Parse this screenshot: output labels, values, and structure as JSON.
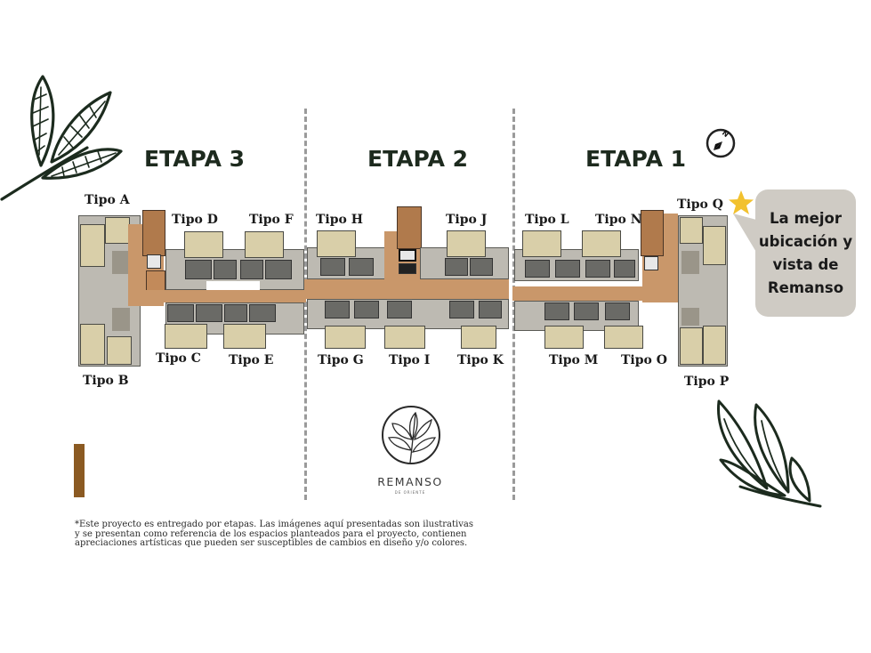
{
  "stages": [
    {
      "label": "ETAPA 3"
    },
    {
      "label": "ETAPA 2"
    },
    {
      "label": "ETAPA 1"
    }
  ],
  "units": {
    "a": "Tipo A",
    "b": "Tipo B",
    "c": "Tipo C",
    "d": "Tipo D",
    "e": "Tipo E",
    "f": "Tipo F",
    "g": "Tipo G",
    "h": "Tipo H",
    "i": "Tipo I",
    "j": "Tipo J",
    "k": "Tipo K",
    "l": "Tipo L",
    "m": "Tipo M",
    "n": "Tipo N",
    "o": "Tipo O",
    "p": "Tipo P",
    "q": "Tipo Q"
  },
  "callout": {
    "lines": [
      "La mejor",
      "ubicación y",
      "vista de",
      "Remanso"
    ],
    "icon": "star-icon"
  },
  "compass": {
    "label": "N",
    "icon": "north-arrow-icon"
  },
  "brand": {
    "name": "REMANSO",
    "subtitle": "DE ORIENTE",
    "icon": "leaf-circle-logo"
  },
  "disclaimer": "*Este proyecto  es entregado por etapas. Las imágenes aquí presentadas son ilustrativas y se presentan como referencia de los espacios planteados para el proyecto, contienen apreciaciones artísticas que pueden ser susceptibles de cambios en diseño y/o colores.",
  "colors": {
    "heading": "#1d2a1e",
    "corridor": "#c9976a",
    "core": "#b07a4c",
    "callout_bg": "#cfcbc4",
    "star": "#f2c12e",
    "accent_bar": "#8b5a22",
    "leaf_stroke": "#1c2b1e"
  }
}
